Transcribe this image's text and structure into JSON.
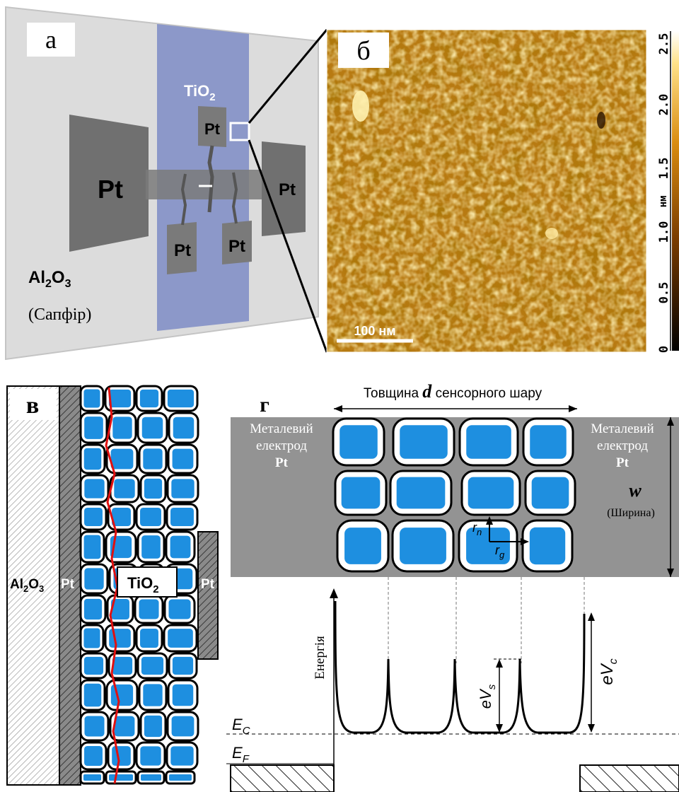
{
  "panel_a": {
    "label": "а",
    "tio2": "TiO",
    "tio2_sub": "2",
    "pt": "Pt",
    "al2o3_a": "Al",
    "al2o3_sub1": "2",
    "al2o3_b": "O",
    "al2o3_sub2": "3",
    "sapphire": "(Сапфір)"
  },
  "panel_b": {
    "label": "б",
    "scalebar": "100 нм",
    "colorbar_unit": "нм",
    "colorbar_ticks": [
      "0",
      "0.5",
      "1.0",
      "1.5",
      "2.0",
      "2.5"
    ]
  },
  "panel_v": {
    "label": "в",
    "al2o3_a": "Al",
    "al2o3_sub1": "2",
    "al2o3_b": "O",
    "al2o3_sub2": "3",
    "pt_left": "Pt",
    "pt_right": "Pt",
    "tio2": "TiO",
    "tio2_sub": "2"
  },
  "panel_g": {
    "label": "г",
    "thickness_prefix": "Товщина ",
    "thickness_d": "d",
    "thickness_suffix": " сенсорного шару",
    "electrode_line1": "Металевий",
    "electrode_line2": "електрод",
    "electrode_line3": "Pt",
    "width_w": "w",
    "width_label": "(Ширина)",
    "r_n": "r",
    "r_n_sub": "n",
    "r_g": "r",
    "r_g_sub": "g",
    "energy": "Енергія",
    "ec": "E",
    "ec_sub": "C",
    "ef": "E",
    "ef_sub": "F",
    "evs": "eV",
    "evs_sub": "s",
    "evc": "eV",
    "evc_sub": "c"
  },
  "colors": {
    "sapphire": "#dcdcdc",
    "tio2_film": "#8793c7",
    "pt_pad": "#777777",
    "grain_fill": "#1e8fe0",
    "afm_base": "#b87a12",
    "percolation": "#e01010"
  }
}
